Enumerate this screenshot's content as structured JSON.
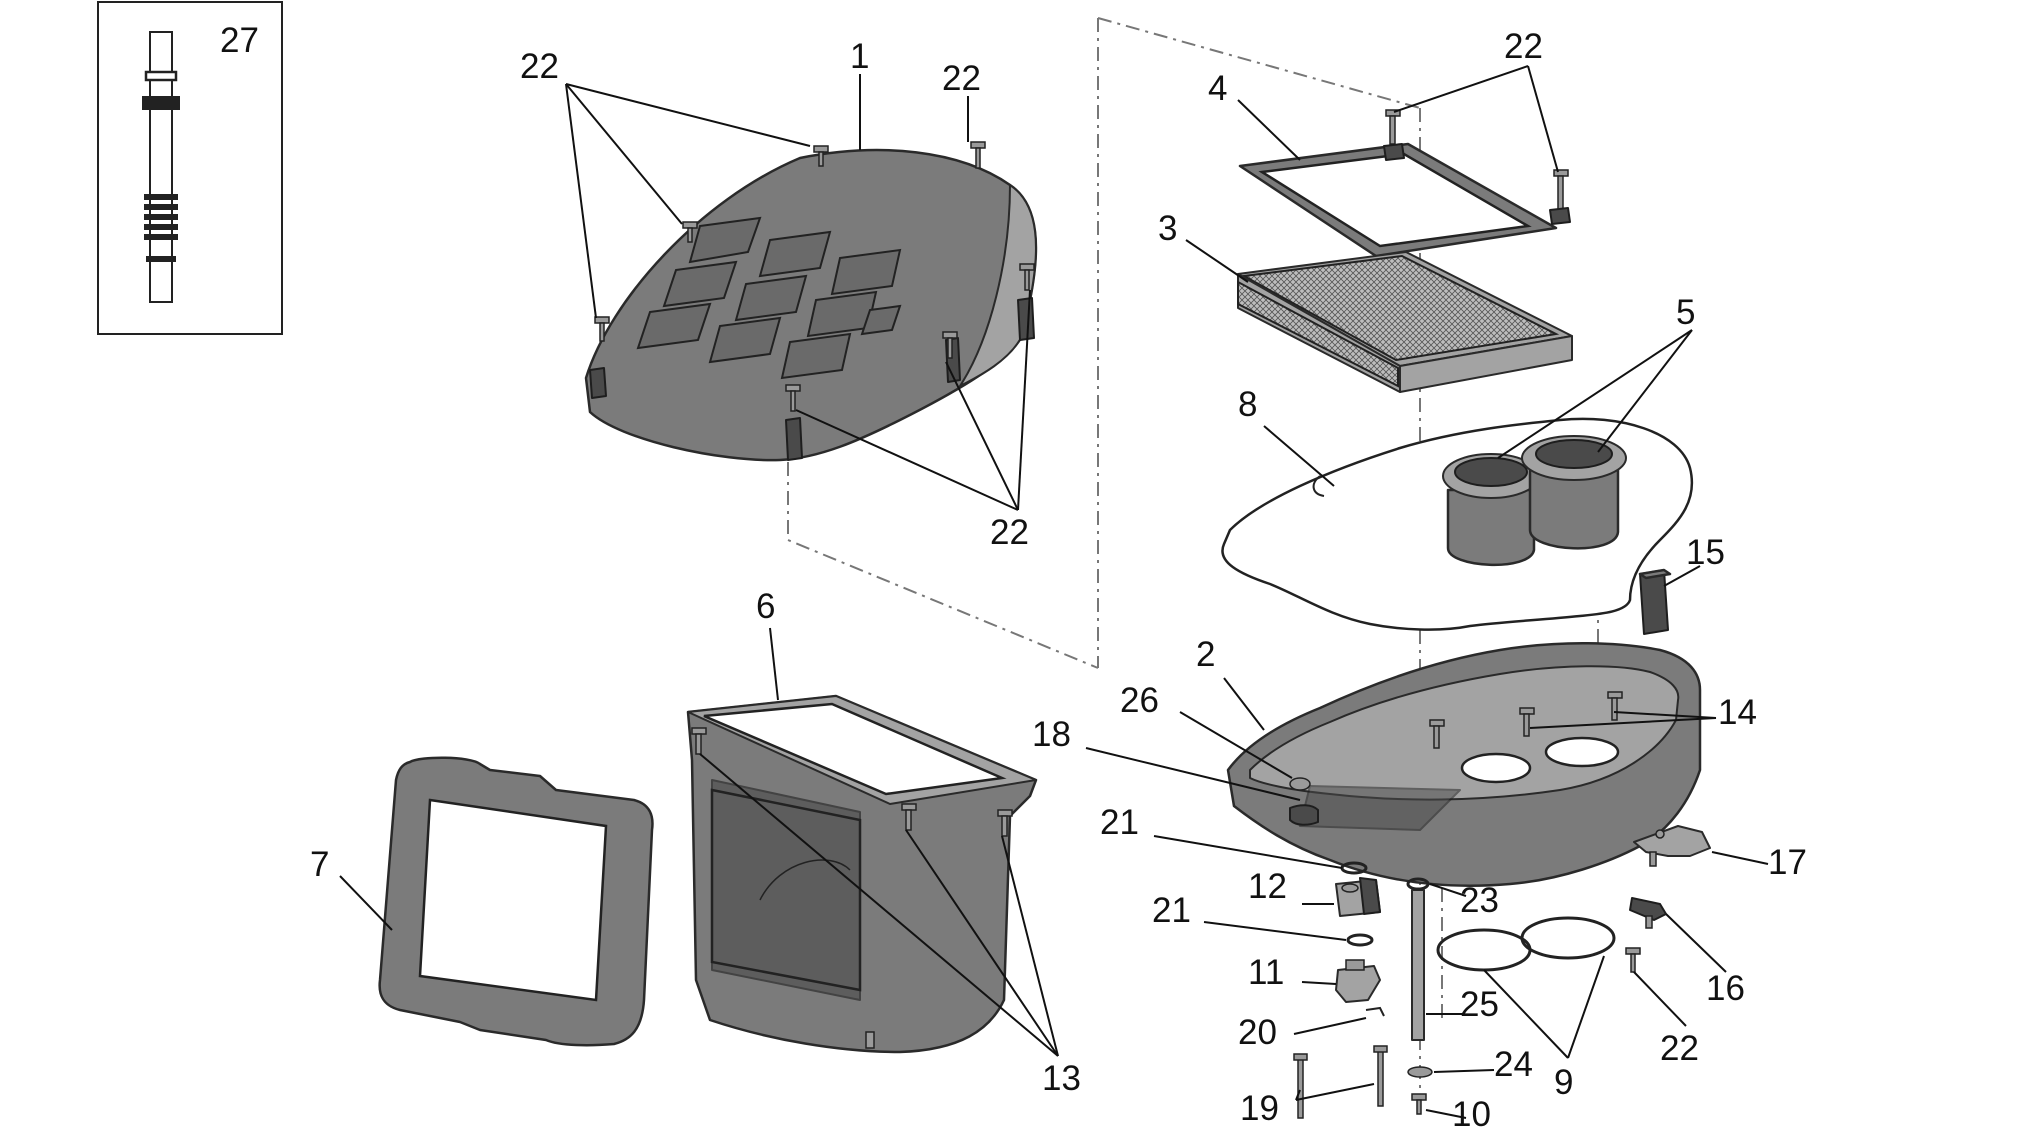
{
  "diagram": {
    "labels": {
      "l27": "27",
      "l1": "1",
      "l22a": "22",
      "l22b": "22",
      "l22c": "22",
      "l22d": "22",
      "l22e": "22",
      "l4": "4",
      "l3": "3",
      "l5": "5",
      "l8": "8",
      "l15": "15",
      "l2": "2",
      "l14": "14",
      "l6": "6",
      "l26": "26",
      "l18": "18",
      "l7": "7",
      "l21a": "21",
      "l21b": "21",
      "l12": "12",
      "l23": "23",
      "l17": "17",
      "l11": "11",
      "l25": "25",
      "l16": "16",
      "l20": "20",
      "l13": "13",
      "l24": "24",
      "l9": "9",
      "l19": "19",
      "l10": "10"
    }
  }
}
